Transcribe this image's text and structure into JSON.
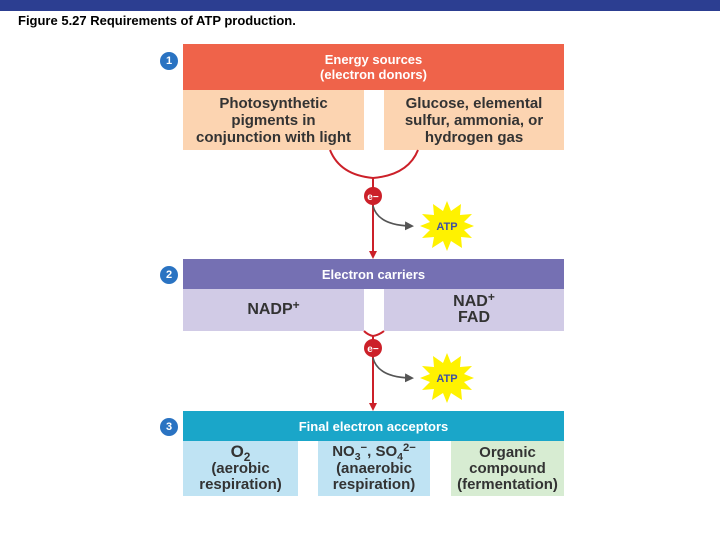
{
  "caption": "Figure 5.27 Requirements of ATP production.",
  "steps": [
    {
      "number": "1",
      "header_line1": "Energy sources",
      "header_line2": "(electron donors)",
      "boxes": [
        {
          "lines": [
            "Photosynthetic",
            "pigments in",
            "conjunction with light"
          ]
        },
        {
          "lines": [
            "Glucose, elemental",
            "sulfur, ammonia, or",
            "hydrogen gas"
          ]
        }
      ]
    },
    {
      "number": "2",
      "header_line1": "Electron carriers",
      "boxes": [
        {
          "text": "NADP",
          "sup": "+"
        },
        {
          "line1_text": "NAD",
          "line1_sup": "+",
          "line2": "FAD"
        }
      ]
    },
    {
      "number": "3",
      "header_line1": "Final electron acceptors",
      "boxes": [
        {
          "main": "O",
          "main_sub": "2",
          "lines": [
            "(aerobic",
            "respiration)"
          ]
        },
        {
          "f1": "NO",
          "f1_sub": "3",
          "f1_sup": "−",
          "sep": ", ",
          "f2": "SO",
          "f2_sub": "4",
          "f2_sup": "2−",
          "lines": [
            "(anaerobic",
            "respiration)"
          ]
        },
        {
          "lines": [
            "Organic",
            "compound",
            "(fermentation)"
          ]
        }
      ]
    }
  ],
  "electron_label": "e−",
  "atp_label": "ATP",
  "colors": {
    "topbar": "#2c3e91",
    "number_circle": "#2a73c2",
    "header1": "#ef634a",
    "box1": "#fcd4b1",
    "header2": "#7570b3",
    "box2": "#d1cbe6",
    "header3": "#1aa6c9",
    "box3a": "#bfe3f3",
    "box3c": "#d7ecd2",
    "arrow": "#cc2029",
    "atp_burst": "#fff200",
    "atp_text": "#3f51a3"
  }
}
